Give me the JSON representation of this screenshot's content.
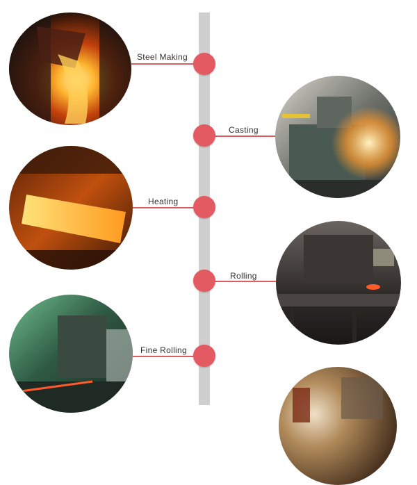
{
  "stages": [
    {
      "label": "Steel Making",
      "side": "left"
    },
    {
      "label": "Casting",
      "side": "right"
    },
    {
      "label": "Heating",
      "side": "left"
    },
    {
      "label": "Rolling",
      "side": "right"
    },
    {
      "label": "Fine Rolling",
      "side": "left"
    }
  ],
  "colors": {
    "node": "#e45a62",
    "timeline": "#cfcfcf"
  }
}
